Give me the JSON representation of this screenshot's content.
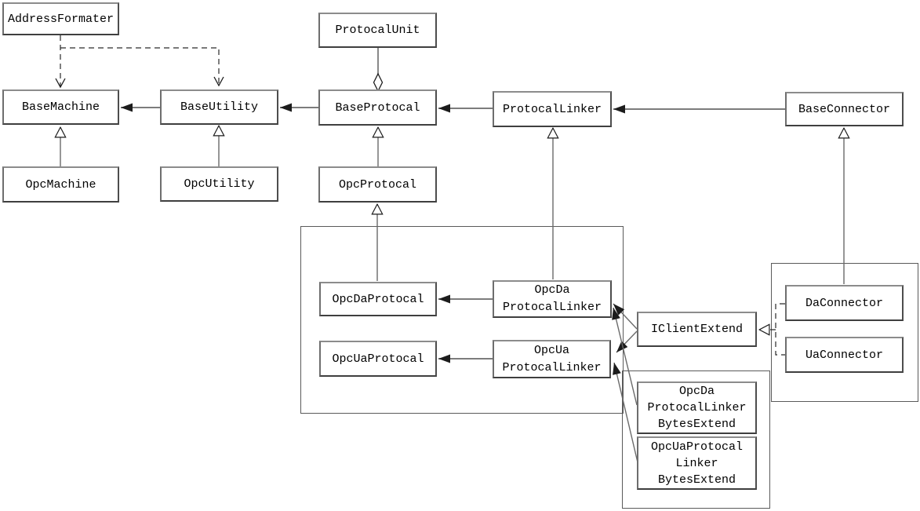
{
  "diagram": {
    "kind": "uml-class-diagram",
    "colors": {
      "background": "#ffffff",
      "box_border": "#5f5f5f",
      "line": "#6a6a6a",
      "dashed_line": "#2a2a2a",
      "arrow_fill": "#1c1c1c",
      "text": "#000000"
    },
    "classes": [
      {
        "name": "AddressFormater"
      },
      {
        "name": "BaseMachine"
      },
      {
        "name": "BaseUtility"
      },
      {
        "name": "ProtocalUnit"
      },
      {
        "name": "BaseProtocal"
      },
      {
        "name": "ProtocalLinker"
      },
      {
        "name": "BaseConnector"
      },
      {
        "name": "OpcMachine"
      },
      {
        "name": "OpcUtility"
      },
      {
        "name": "OpcProtocal"
      },
      {
        "name": "OpcDaProtocal"
      },
      {
        "name": "OpcDa\nProtocalLinker"
      },
      {
        "name": "OpcUaProtocal"
      },
      {
        "name": "OpcUa\nProtocalLinker"
      },
      {
        "name": "IClientExtend"
      },
      {
        "name": "DaConnector"
      },
      {
        "name": "UaConnector"
      },
      {
        "name": "OpcDa\nProtocalLinker\nBytesExtend"
      },
      {
        "name": "OpcUaProtocal\nLinker\nBytesExtend"
      }
    ],
    "groups": [
      {
        "id": "opc-protocal-group"
      },
      {
        "id": "connector-group"
      },
      {
        "id": "bytes-extend-group"
      }
    ],
    "edges": [
      {
        "from": "AddressFormater",
        "to": "BaseMachine",
        "type": "dependency"
      },
      {
        "from": "AddressFormater",
        "to": "BaseUtility",
        "type": "dependency"
      },
      {
        "from": "BaseUtility",
        "to": "BaseMachine",
        "type": "association"
      },
      {
        "from": "BaseProtocal",
        "to": "BaseUtility",
        "type": "association"
      },
      {
        "from": "ProtocalLinker",
        "to": "BaseProtocal",
        "type": "association"
      },
      {
        "from": "BaseConnector",
        "to": "ProtocalLinker",
        "type": "association"
      },
      {
        "from": "ProtocalUnit",
        "to": "BaseProtocal",
        "type": "aggregation"
      },
      {
        "from": "OpcMachine",
        "to": "BaseMachine",
        "type": "inheritance"
      },
      {
        "from": "OpcUtility",
        "to": "BaseUtility",
        "type": "inheritance"
      },
      {
        "from": "OpcProtocal",
        "to": "BaseProtocal",
        "type": "inheritance"
      },
      {
        "from": "OpcDaProtocal",
        "to": "OpcProtocal",
        "type": "inheritance"
      },
      {
        "from": "OpcDaProtocalLinker",
        "to": "ProtocalLinker",
        "type": "inheritance"
      },
      {
        "from": "DaConnector",
        "to": "BaseConnector",
        "type": "inheritance"
      },
      {
        "from": "OpcDaProtocalLinker",
        "to": "OpcDaProtocal",
        "type": "association"
      },
      {
        "from": "OpcUaProtocalLinker",
        "to": "OpcUaProtocal",
        "type": "association"
      },
      {
        "from": "IClientExtend",
        "to": "OpcDaProtocalLinker",
        "type": "association"
      },
      {
        "from": "IClientExtend",
        "to": "OpcUaProtocalLinker",
        "type": "association"
      },
      {
        "from": "OpcDaProtocalLinkerBytesExtend",
        "to": "OpcDaProtocalLinker",
        "type": "association"
      },
      {
        "from": "OpcUaProtocalLinkerBytesExtend",
        "to": "OpcUaProtocalLinker",
        "type": "association"
      },
      {
        "from": "DaConnector",
        "to": "IClientExtend",
        "type": "realization"
      },
      {
        "from": "UaConnector",
        "to": "IClientExtend",
        "type": "realization"
      }
    ]
  }
}
